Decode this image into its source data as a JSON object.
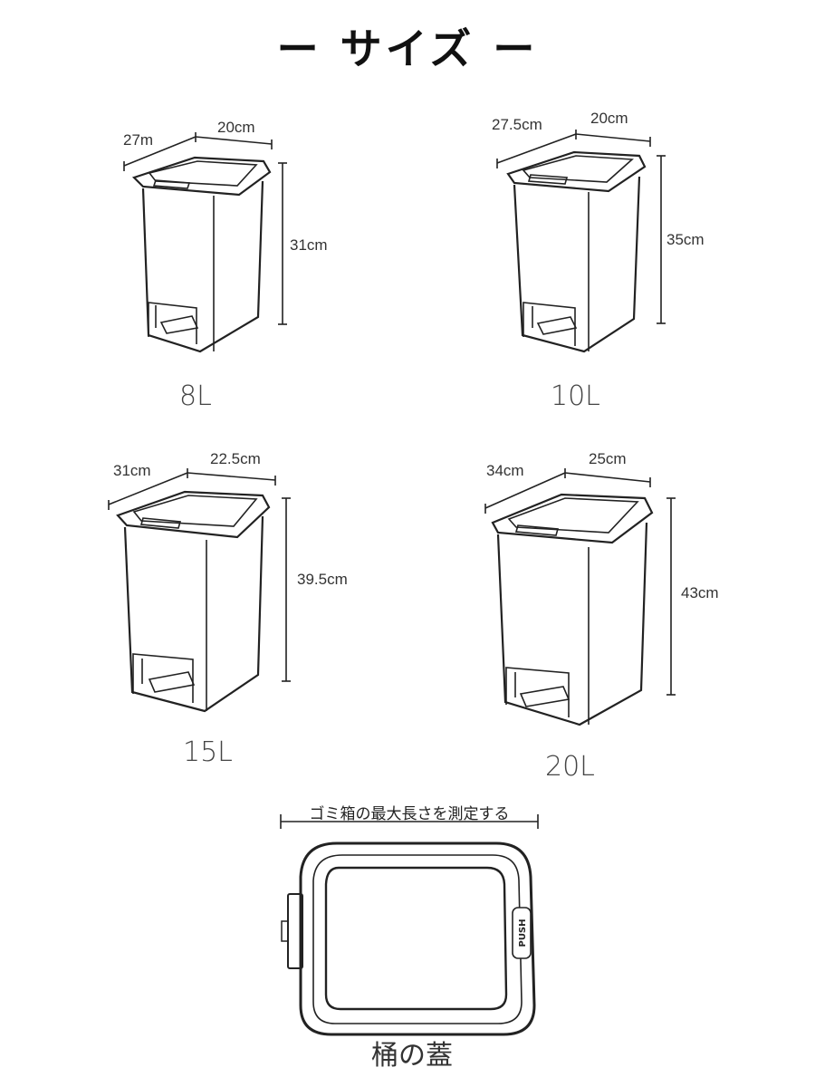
{
  "title": "ー サイズ ー",
  "bins": [
    {
      "capacity": "8L",
      "depth": "27m",
      "width": "20cm",
      "height": "31cm"
    },
    {
      "capacity": "10L",
      "depth": "27.5cm",
      "width": "20cm",
      "height": "35cm"
    },
    {
      "capacity": "15L",
      "depth": "31cm",
      "width": "22.5cm",
      "height": "39.5cm"
    },
    {
      "capacity": "20L",
      "depth": "34cm",
      "width": "25cm",
      "height": "43cm"
    }
  ],
  "lid": {
    "measure_note": "ゴミ箱の最大長さを測定する",
    "push_label": "PUSH",
    "caption": "桶の蓋"
  }
}
